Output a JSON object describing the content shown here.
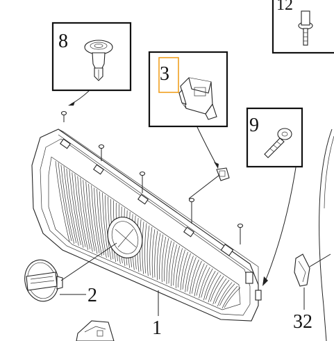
{
  "labels": {
    "item_12": "12",
    "item_8": "8",
    "item_3": "3",
    "item_9": "9",
    "item_2": "2",
    "item_1": "1",
    "item_32": "32"
  },
  "colors": {
    "line": "#222222",
    "highlight_box": "#f0a020",
    "background": "#ffffff"
  },
  "icons": [
    "push-clip",
    "bracket-clip",
    "screw",
    "bolt-with-washer",
    "emblem",
    "radiator-grille",
    "cover-cap"
  ]
}
